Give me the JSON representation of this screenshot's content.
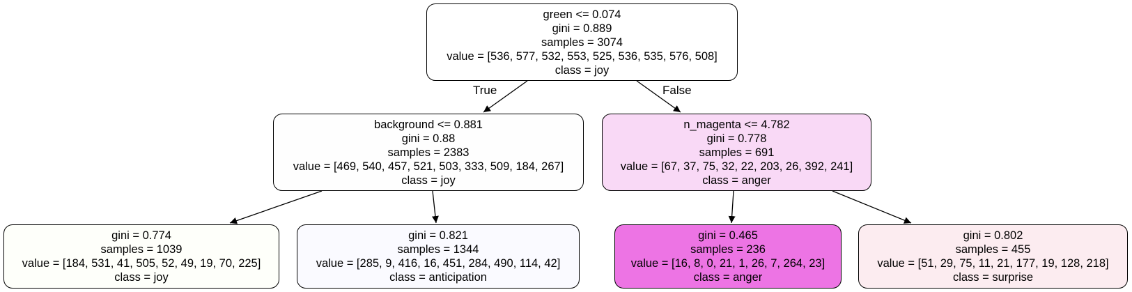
{
  "nodes": [
    {
      "split": "green <= 0.074",
      "gini": "gini = 0.889",
      "samples": "samples = 3074",
      "value": "value = [536, 577, 532, 553, 525, 536, 535, 576, 508]",
      "class": "class = joy",
      "fill": "#ffffff"
    },
    {
      "split": "background <= 0.881",
      "gini": "gini = 0.88",
      "samples": "samples = 2383",
      "value": "value = [469, 540, 457, 521, 503, 333, 509, 184, 267]",
      "class": "class = joy",
      "fill": "#fefefe"
    },
    {
      "split": "n_magenta <= 4.782",
      "gini": "gini = 0.778",
      "samples": "samples = 691",
      "value": "value = [67, 37, 75, 32, 22, 203, 26, 392, 241]",
      "class": "class = anger",
      "fill": "#f9d9f6"
    },
    {
      "gini": "gini = 0.774",
      "samples": "samples = 1039",
      "value": "value = [184, 531, 41, 505, 52, 49, 19, 70, 225]",
      "class": "class = joy",
      "fill": "#fefffa"
    },
    {
      "gini": "gini = 0.821",
      "samples": "samples = 1344",
      "value": "value = [285, 9, 416, 16, 451, 284, 490, 114, 42]",
      "class": "class = anticipation",
      "fill": "#fafaff"
    },
    {
      "gini": "gini = 0.465",
      "samples": "samples = 236",
      "value": "value = [16, 8, 0, 21, 1, 26, 7, 264, 23]",
      "class": "class = anger",
      "fill": "#ed74e4"
    },
    {
      "gini": "gini = 0.802",
      "samples": "samples = 455",
      "value": "value = [51, 29, 75, 11, 21, 177, 19, 128, 218]",
      "class": "class = surprise",
      "fill": "#fcecf0"
    }
  ],
  "edge_labels": {
    "true": "True",
    "false": "False"
  },
  "edges": [
    [
      0,
      1
    ],
    [
      0,
      2
    ],
    [
      1,
      3
    ],
    [
      1,
      4
    ],
    [
      2,
      5
    ],
    [
      2,
      6
    ]
  ]
}
